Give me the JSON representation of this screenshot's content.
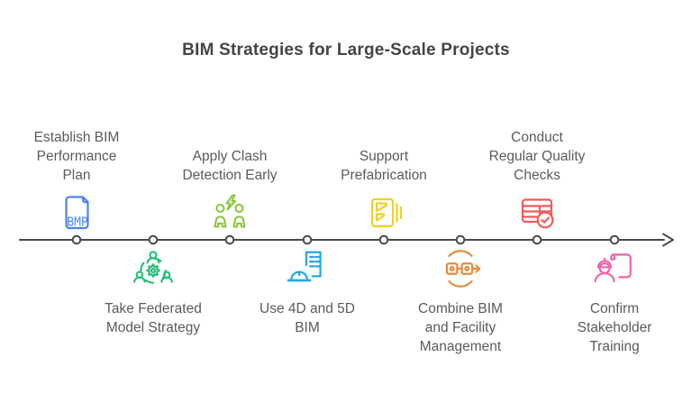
{
  "title": "BIM Strategies for Large-Scale Projects",
  "theme": {
    "background": "#ffffff",
    "title_color": "#454545",
    "label_color": "#5b5b5b",
    "line_color": "#4a4a4a"
  },
  "timeline": {
    "direction": "right",
    "node_count": 8
  },
  "steps": [
    {
      "label": "Establish BIM\nPerformance\nPlan",
      "position": "above",
      "icon": "bmp-file-icon",
      "color": "#4A86E8",
      "icon_text": "BMP"
    },
    {
      "label": "Take Federated\nModel Strategy",
      "position": "below",
      "icon": "federated-team-gear-icon",
      "color": "#2BBE7F"
    },
    {
      "label": "Apply Clash\nDetection Early",
      "position": "above",
      "icon": "clash-detection-people-icon",
      "color": "#8CC63F"
    },
    {
      "label": "Use 4D and 5D\nBIM",
      "position": "below",
      "icon": "hardhat-building-icon",
      "color": "#29A9E0"
    },
    {
      "label": "Support\nPrefabrication",
      "position": "above",
      "icon": "prefabrication-panels-icon",
      "color": "#EDD226"
    },
    {
      "label": "Combine BIM\nand Facility\nManagement",
      "position": "below",
      "icon": "linked-modules-sync-icon",
      "color": "#E98B3D"
    },
    {
      "label": "Conduct\nRegular Quality\nChecks",
      "position": "above",
      "icon": "quality-table-check-icon",
      "color": "#F05B5B"
    },
    {
      "label": "Confirm\nStakeholder\nTraining",
      "position": "below",
      "icon": "trainer-presentation-icon",
      "color": "#F163A9"
    }
  ]
}
